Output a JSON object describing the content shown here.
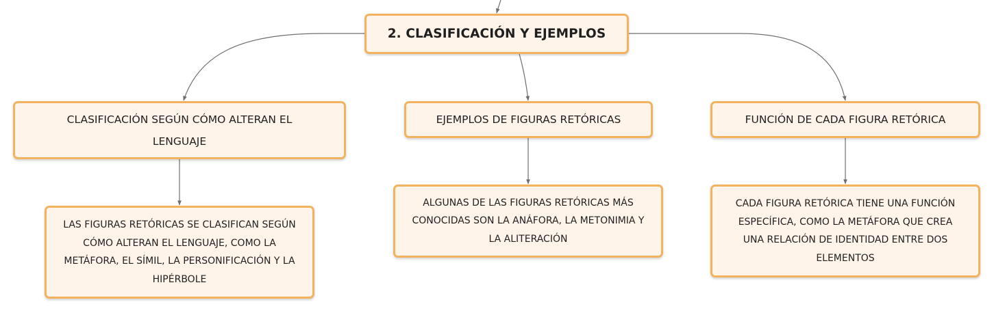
{
  "diagram": {
    "root": {
      "label": "2. CLASIFICACIÓN Y EJEMPLOS"
    },
    "branches": [
      {
        "label": "CLASIFICACIÓN SEGÚN CÓMO ALTERAN EL LENGUAJE",
        "detail": "LAS FIGURAS RETÓRICAS SE CLASIFICAN SEGÚN CÓMO ALTERAN EL LENGUAJE, COMO LA METÁFORA, EL SÍMIL, LA PERSONIFICACIÓN Y LA HIPÉRBOLE"
      },
      {
        "label": "EJEMPLOS DE FIGURAS RETÓRICAS",
        "detail": "ALGUNAS DE LAS FIGURAS RETÓRICAS MÁS CONOCIDAS SON LA ANÁFORA, LA METONIMIA Y LA ALITERACIÓN"
      },
      {
        "label": "FUNCIÓN DE CADA FIGURA RETÓRICA",
        "detail": "CADA FIGURA RETÓRICA TIENE UNA FUNCIÓN ESPECÍFICA, COMO LA METÁFORA QUE CREA UNA RELACIÓN DE IDENTIDAD ENTRE DOS ELEMENTOS"
      }
    ]
  },
  "colors": {
    "node_fill": "#fef4ea",
    "node_border": "#f2b25e",
    "connector": "#6e6e6e"
  }
}
